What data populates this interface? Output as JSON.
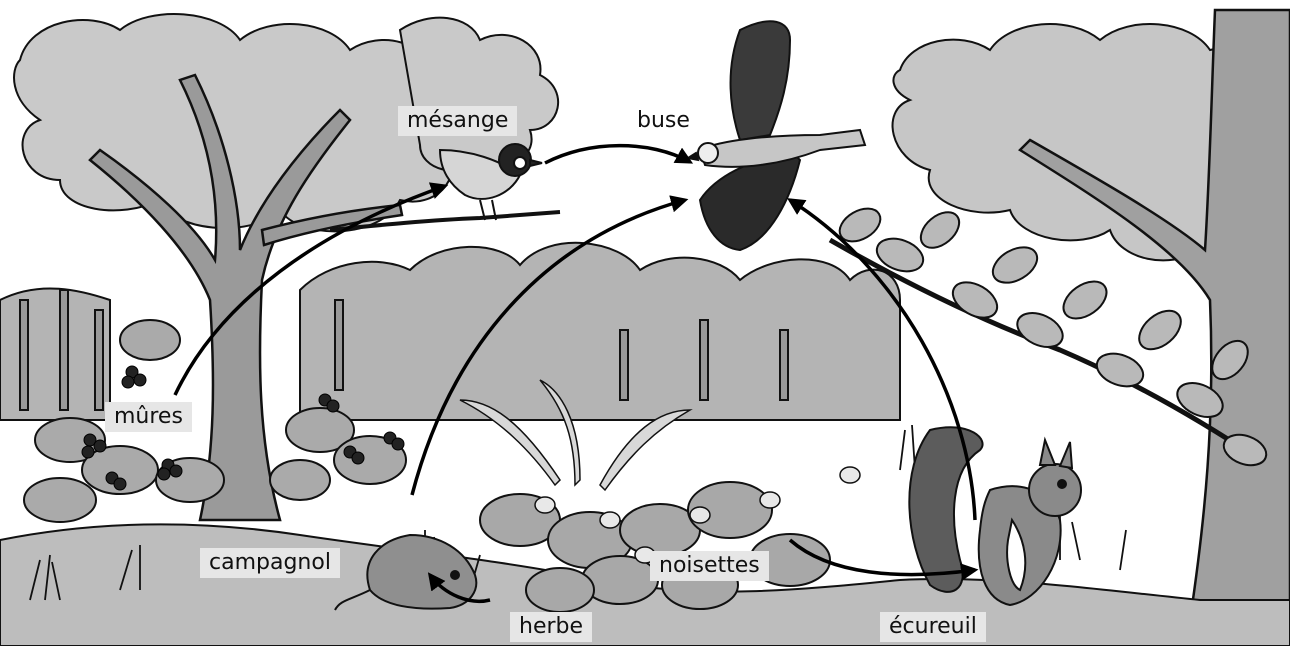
{
  "labels": {
    "mesange": "mésange",
    "buse": "buse",
    "mures": "mûres",
    "campagnol": "campagnol",
    "herbe": "herbe",
    "noisettes": "noisettes",
    "ecureuil": "écureuil"
  },
  "food_chain_links": [
    {
      "from": "mûres",
      "to": "mésange"
    },
    {
      "from": "mésange",
      "to": "buse"
    },
    {
      "from": "campagnol",
      "to": "buse"
    },
    {
      "from": "écureuil",
      "to": "buse"
    },
    {
      "from": "herbe",
      "to": "campagnol"
    },
    {
      "from": "noisettes",
      "to": "écureuil"
    }
  ],
  "colors": {
    "sky": "#ffffff",
    "foliage_light": "#cfcfcf",
    "foliage_mid": "#a9a9a9",
    "foliage_dark": "#8a8a8a",
    "trunk": "#9a9a9a",
    "ground": "#bcbcbc",
    "arrow": "#000000",
    "label_bg": "#e6e6e6"
  }
}
